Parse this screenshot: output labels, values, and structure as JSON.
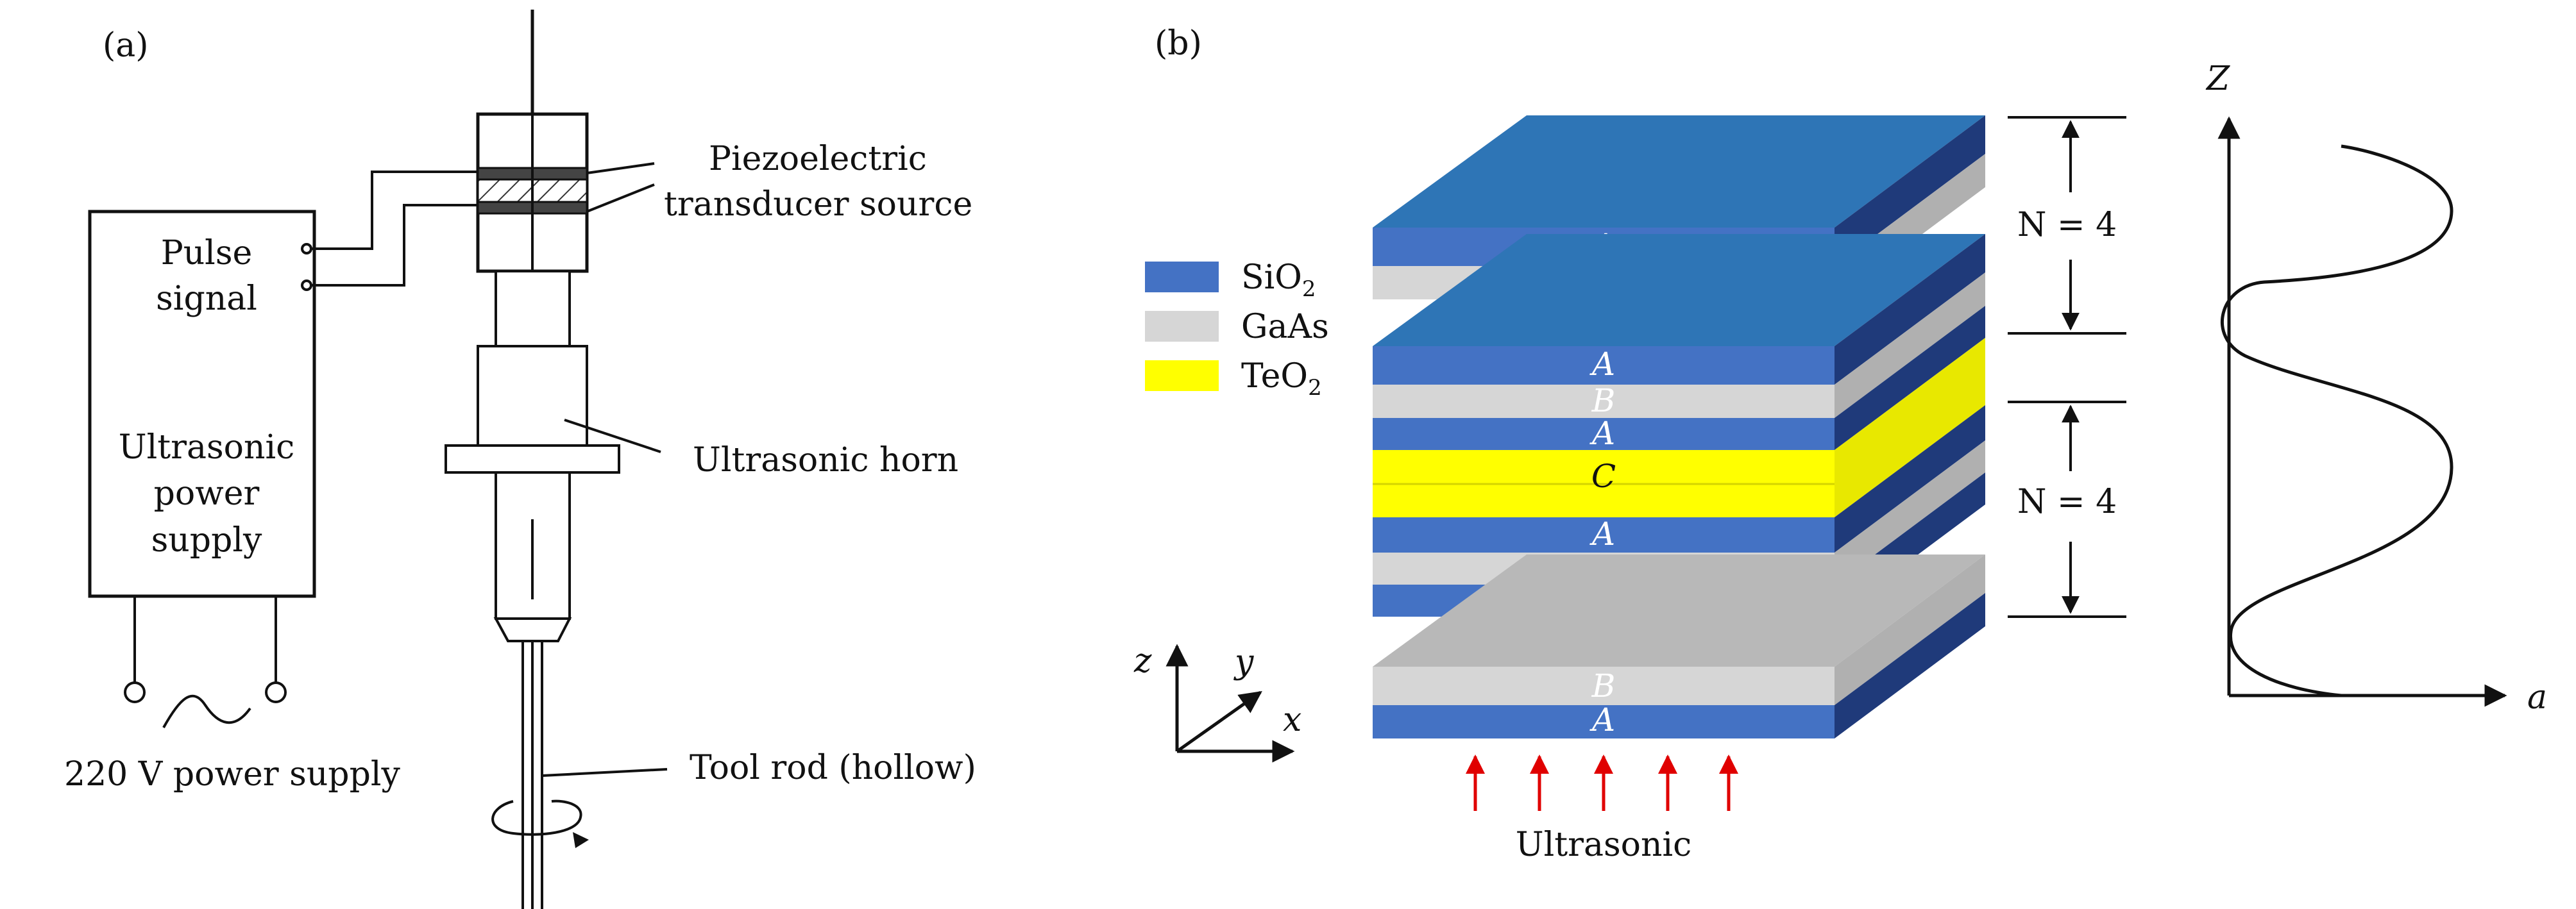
{
  "panel_a": {
    "label": "(a)",
    "pulse_signal": [
      "Pulse",
      "signal"
    ],
    "power_supply": [
      "Ultrasonic",
      "power",
      "supply"
    ],
    "mains": "220 V power supply",
    "transducer": [
      "Piezoelectric",
      "transducer source"
    ],
    "horn": "Ultrasonic horn",
    "tool_rod": "Tool rod (hollow)"
  },
  "panel_b": {
    "label": "(b)",
    "legend": [
      {
        "text": "SiO",
        "sub": "2",
        "color": "#4472c4"
      },
      {
        "text": "GaAs",
        "sub": "",
        "color": "#d6d6d6"
      },
      {
        "text": "TeO",
        "sub": "2",
        "color": "#ffff00"
      }
    ],
    "layer_a": "A",
    "layer_b": "B",
    "layer_c": "C",
    "period_top": "N = 4",
    "period_bottom": "N = 4",
    "axis_z": "z",
    "axis_y": "y",
    "axis_x": "x",
    "source": "Ultrasonic",
    "plot_z": "Z",
    "plot_a": "a",
    "colors": {
      "sio2": "#4472c4",
      "sio2_side": "#1f3a7a",
      "sio2_top": "#2e75b6",
      "gaas": "#d6d6d6",
      "gaas_side": "#b0b0b0",
      "teo2": "#ffff00",
      "teo2_side": "#e8e800",
      "arrow": "#e00000"
    }
  }
}
